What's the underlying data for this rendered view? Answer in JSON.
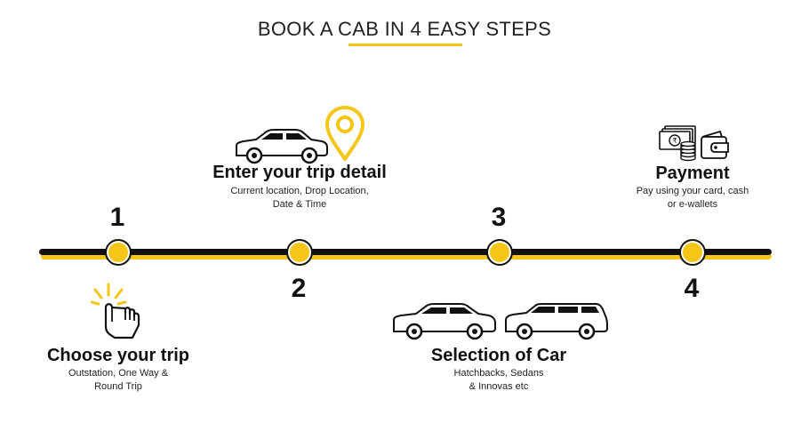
{
  "title": "BOOK A CAB IN 4 EASY STEPS",
  "accent_color": "#f5c518",
  "steps": [
    {
      "number": "1",
      "title": "Choose your trip",
      "desc_line1": "Outstation, One Way &",
      "desc_line2": "Round Trip",
      "icon": "tap-hand-icon"
    },
    {
      "number": "2",
      "title": "Enter your trip detail",
      "desc_line1": "Current location, Drop Location,",
      "desc_line2": "Date & Time",
      "icon": "car-location-pin-icon"
    },
    {
      "number": "3",
      "title": "Selection of Car",
      "desc_line1": "Hatchbacks, Sedans",
      "desc_line2": "& Innovas etc",
      "icon": "two-cars-icon"
    },
    {
      "number": "4",
      "title": "Payment",
      "desc_line1": "Pay using your card, cash",
      "desc_line2": "or e-wallets",
      "icon": "wallet-cash-icon"
    }
  ]
}
